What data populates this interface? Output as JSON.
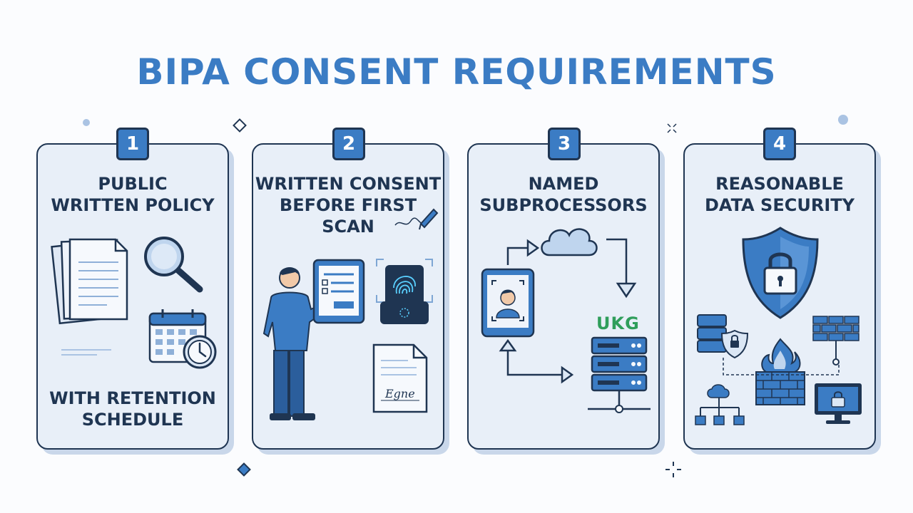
{
  "title": "BIPA CONSENT REQUIREMENTS",
  "colors": {
    "accent": "#3b7cc4",
    "outline": "#1f3552",
    "card_fill": "#e8eff8",
    "logo_green": "#2f9e5b"
  },
  "steps": [
    {
      "number": "1",
      "title_lines": [
        "PUBLIC",
        "WRITTEN POLICY"
      ],
      "footer_lines": [
        "WITH RETENTION",
        "SCHEDULE"
      ],
      "icons": [
        "documents-icon",
        "magnifier-icon",
        "calendar-icon",
        "clock-icon"
      ]
    },
    {
      "number": "2",
      "title_lines": [
        "WRITTEN CONSENT",
        "BEFORE FIRST",
        "SCAN"
      ],
      "signature": "Egne",
      "icons": [
        "pen-icon",
        "person-icon",
        "tablet-form-icon",
        "fingerprint-scanner-icon",
        "signed-document-icon"
      ]
    },
    {
      "number": "3",
      "title_lines": [
        "NAMED",
        "SUBPROCESSORS"
      ],
      "logo_text": "UKG",
      "icons": [
        "tablet-face-icon",
        "cloud-icon",
        "server-icon",
        "flow-arrow-icon"
      ]
    },
    {
      "number": "4",
      "title_lines": [
        "REASONABLE",
        "DATA SECURITY"
      ],
      "icons": [
        "shield-lock-icon",
        "firewall-icon",
        "database-lock-icon",
        "monitor-lock-icon",
        "network-icon"
      ]
    }
  ]
}
